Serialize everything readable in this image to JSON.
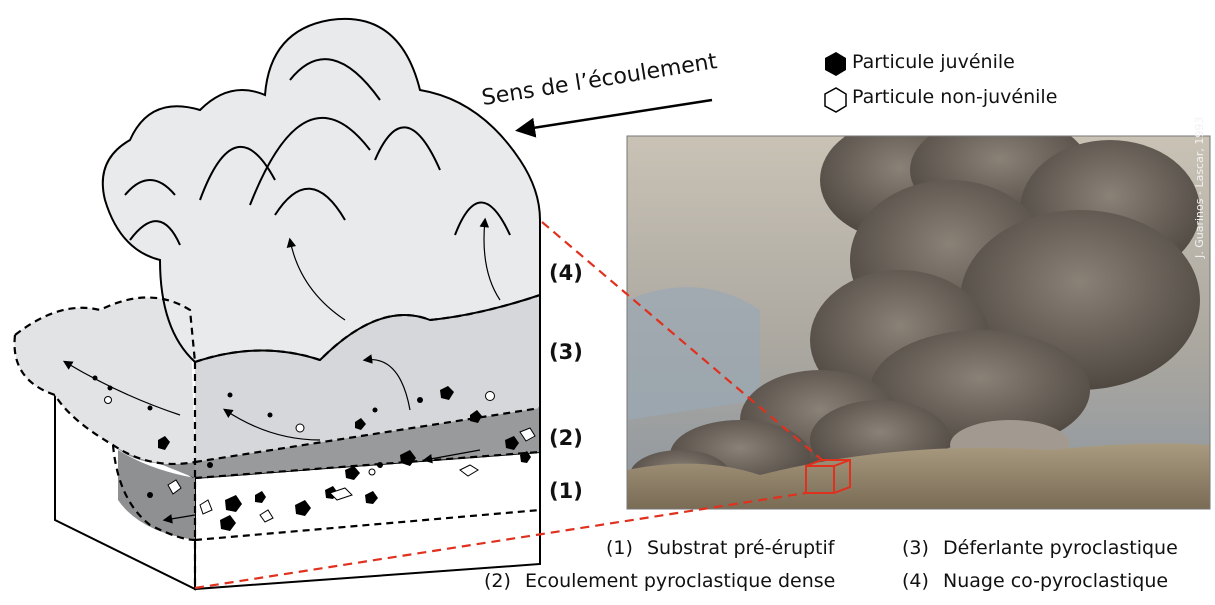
{
  "flow_label": "Sens de l’écoulement",
  "legend": {
    "juvenile": "Particule juvénile",
    "non_juvenile": "Particule non-juvénile"
  },
  "layers": {
    "l4": "(4)",
    "l3": "(3)",
    "l2": "(2)",
    "l1": "(1)"
  },
  "photo_credit": "J. Guarinos - Lascar, 1993",
  "captions": {
    "c1_num": "(1)",
    "c1_text": "Substrat pré-éruptif",
    "c2_num": "(2)",
    "c2_text": "Ecoulement pyroclastique dense",
    "c3_num": "(3)",
    "c3_text": "Déferlante pyroclastique",
    "c4_num": "(4)",
    "c4_text": "Nuage co-pyroclastique"
  },
  "colors": {
    "cloud": "#e9eaec",
    "surge": "#d6d7da",
    "dense": "#8f9092",
    "guide_line": "#e0301e",
    "sky": "#b9b3a6",
    "ash": "#6d655c"
  }
}
